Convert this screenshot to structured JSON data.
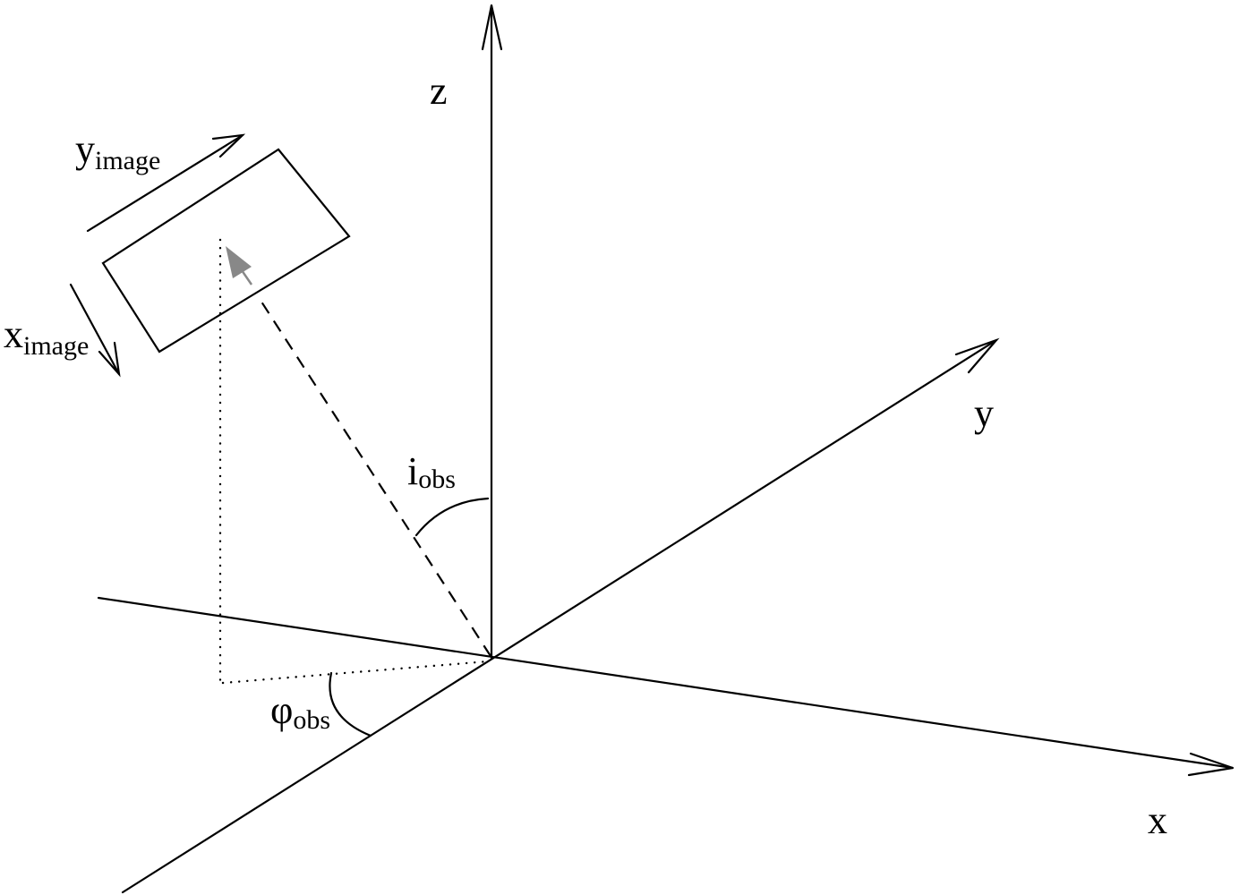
{
  "labels": {
    "z_axis": "z",
    "y_axis": "y",
    "x_axis": "x",
    "y_image_main": "y",
    "y_image_sub": "image",
    "x_image_main": "x",
    "x_image_sub": "image",
    "i_obs_main": "i",
    "i_obs_sub": "obs",
    "phi_obs_main": "φ",
    "phi_obs_sub": "obs"
  },
  "colors": {
    "line": "#000000",
    "view_arrow": "#888888"
  }
}
